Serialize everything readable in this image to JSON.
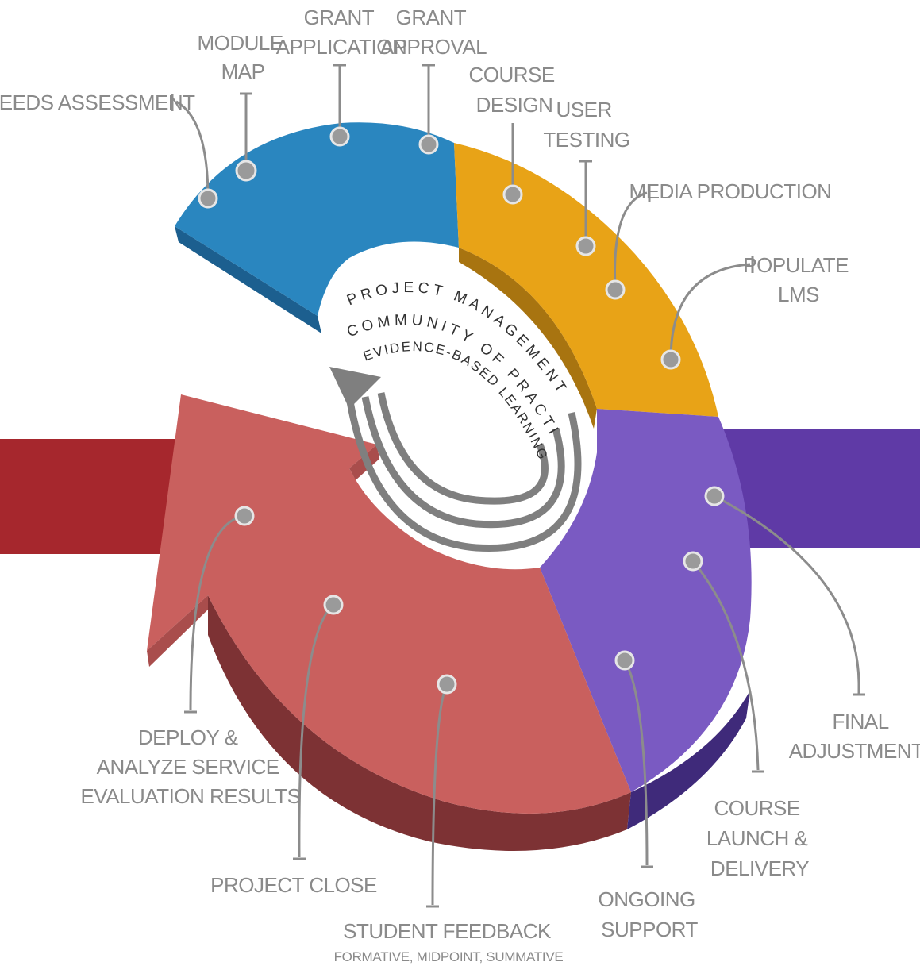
{
  "phases": {
    "plan_color": "#2a86bf",
    "design_color": "#e8a317",
    "build_color": "#7a5ac2",
    "evaluate_color": "#c9605e",
    "band_left_color": "#a6272d",
    "band_right_color": "#5f3aa6"
  },
  "center": {
    "line1": "PROJECT MANAGEMENT",
    "line2": "COMMUNITY OF PRACTICE",
    "line3": "EVIDENCE-BASED LEARNING"
  },
  "milestones": {
    "needs_assessment": "NEEDS ASSESSMENT",
    "module_map": [
      "MODULE",
      "MAP"
    ],
    "grant_application": [
      "GRANT",
      "APPLICATION"
    ],
    "grant_approval": [
      "GRANT",
      "APPROVAL"
    ],
    "course_design": [
      "COURSE",
      "DESIGN"
    ],
    "user_testing": [
      "USER",
      "TESTING"
    ],
    "media_production": "MEDIA PRODUCTION",
    "populate_lms": [
      "POPULATE",
      "LMS"
    ],
    "final_adjustments": [
      "FINAL",
      "ADJUSTMENTS"
    ],
    "course_launch": [
      "COURSE",
      "LAUNCH &",
      "DELIVERY"
    ],
    "ongoing_support": [
      "ONGOING",
      "SUPPORT"
    ],
    "student_feedback": "STUDENT FEEDBACK",
    "student_feedback_sub": "FORMATIVE, MIDPOINT, SUMMATIVE",
    "project_close": "PROJECT CLOSE",
    "deploy_analyze": [
      "DEPLOY &",
      "ANALYZE SERVICE",
      "EVALUATION RESULTS"
    ]
  }
}
